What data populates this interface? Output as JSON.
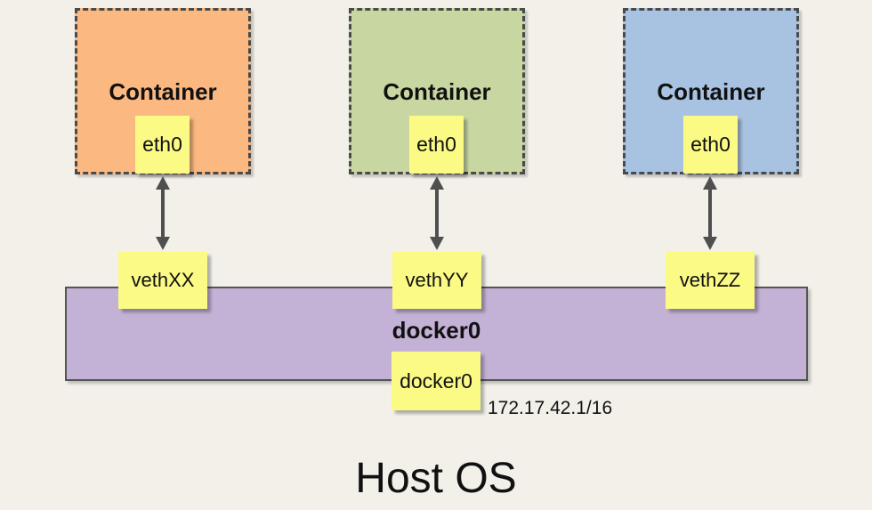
{
  "diagram": {
    "host_label": "Host OS",
    "containers": [
      {
        "label": "Container",
        "interface": "eth0",
        "veth": "vethXX",
        "fill": "#fbb880"
      },
      {
        "label": "Container",
        "interface": "eth0",
        "veth": "vethYY",
        "fill": "#c8d7a2"
      },
      {
        "label": "Container",
        "interface": "eth0",
        "veth": "vethZZ",
        "fill": "#a8c3e1"
      }
    ],
    "bridge": {
      "label": "docker0",
      "interface": "docker0",
      "ip": "172.17.42.1/16",
      "fill": "#c3b1d6"
    },
    "colors": {
      "background": "#f2f0e9",
      "note_yellow": "#fbfa85",
      "dashed_border": "#4a4a4a",
      "arrow": "#4f4f4f"
    }
  }
}
